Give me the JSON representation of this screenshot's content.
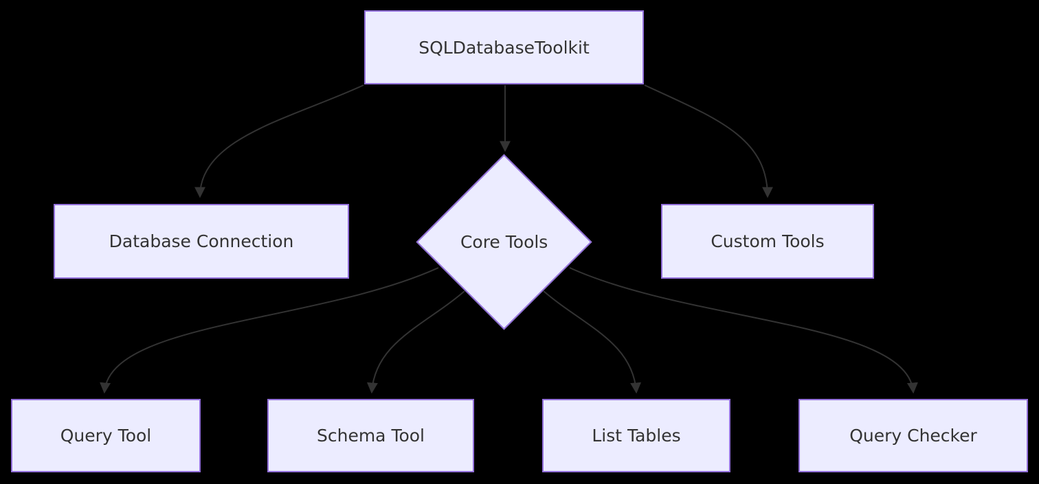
{
  "diagram": {
    "type": "flowchart",
    "colors": {
      "background": "#000000",
      "node_fill": "#ECECFF",
      "node_border": "#9370DB",
      "edge_color": "#333333",
      "text_color": "#333333"
    },
    "nodes": [
      {
        "id": "toolkit",
        "label": "SQLDatabaseToolkit",
        "shape": "rect"
      },
      {
        "id": "db-connection",
        "label": "Database Connection",
        "shape": "rect"
      },
      {
        "id": "core-tools",
        "label": "Core Tools",
        "shape": "diamond"
      },
      {
        "id": "custom-tools",
        "label": "Custom Tools",
        "shape": "rect"
      },
      {
        "id": "query-tool",
        "label": "Query Tool",
        "shape": "rect"
      },
      {
        "id": "schema-tool",
        "label": "Schema Tool",
        "shape": "rect"
      },
      {
        "id": "list-tables",
        "label": "List Tables",
        "shape": "rect"
      },
      {
        "id": "query-checker",
        "label": "Query Checker",
        "shape": "rect"
      }
    ],
    "edges": [
      {
        "from": "toolkit",
        "to": "db-connection"
      },
      {
        "from": "toolkit",
        "to": "core-tools"
      },
      {
        "from": "toolkit",
        "to": "custom-tools"
      },
      {
        "from": "core-tools",
        "to": "query-tool"
      },
      {
        "from": "core-tools",
        "to": "schema-tool"
      },
      {
        "from": "core-tools",
        "to": "list-tables"
      },
      {
        "from": "core-tools",
        "to": "query-checker"
      }
    ]
  }
}
